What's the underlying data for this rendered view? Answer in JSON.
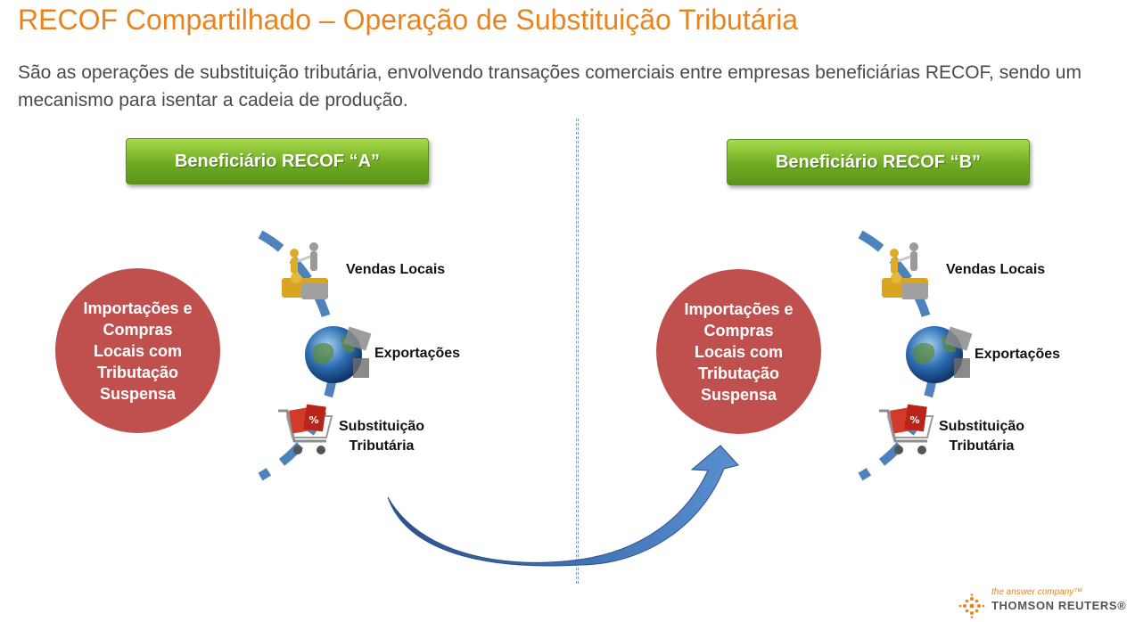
{
  "title": "RECOF Compartilhado – Operação de Substituição Tributária",
  "subtitle": "São as operações de substituição tributária, envolvendo transações comerciais entre empresas beneficiárias RECOF, sendo um mecanismo para isentar a cadeia de produção.",
  "panels": [
    {
      "header": "Beneficiário RECOF “A”",
      "circle_text": "Importações e\nCompras\nLocais com\nTributação\nSuspensa",
      "items": [
        {
          "label": "Vendas Locais",
          "icon": "puzzle-people-icon"
        },
        {
          "label": "Exportações",
          "icon": "globe-icon"
        },
        {
          "label": "Substituição\nTributária",
          "icon": "shopping-cart-icon"
        }
      ]
    },
    {
      "header": "Beneficiário RECOF “B”",
      "circle_text": "Importações e\nCompras\nLocais com\nTributação\nSuspensa",
      "items": [
        {
          "label": "Vendas Locais",
          "icon": "puzzle-people-icon"
        },
        {
          "label": "Exportações",
          "icon": "globe-icon"
        },
        {
          "label": "Substituição\nTributária",
          "icon": "shopping-cart-icon"
        }
      ]
    }
  ],
  "logo": {
    "tagline": "the answer company™",
    "name": "THOMSON REUTERS®"
  },
  "colors": {
    "title": "#e8841f",
    "green_header": "#7ab52b",
    "circle": "#c0504d",
    "arc_blue": "#4f81bd",
    "arrow_blue": "#3a6aa6"
  }
}
